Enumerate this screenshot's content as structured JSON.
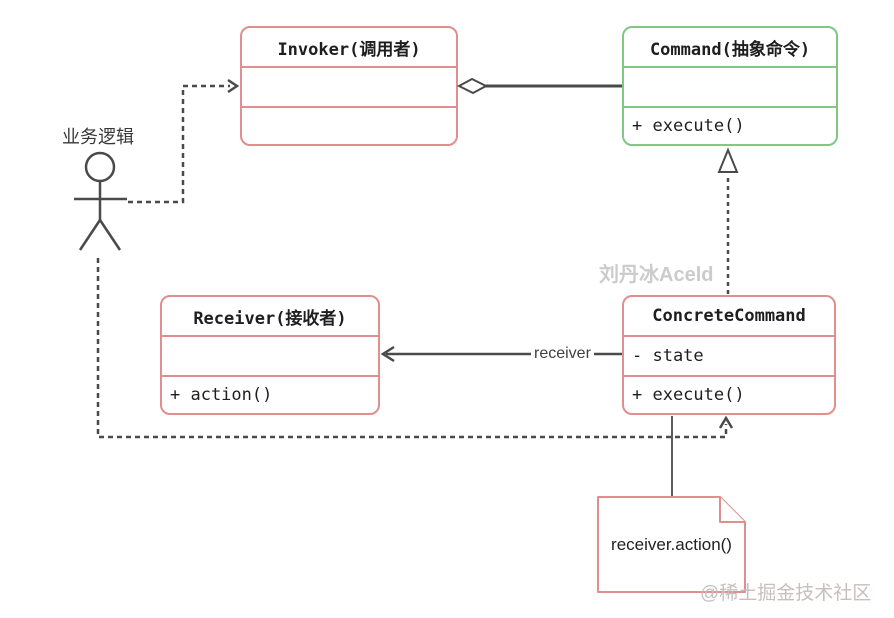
{
  "diagram": {
    "kind": "uml-class-diagram",
    "actor": {
      "label": "业务逻辑"
    },
    "classes": [
      {
        "name": "invoker",
        "title": "Invoker(调用者)",
        "attributes": [],
        "methods": [],
        "border_color": "#e08e8e"
      },
      {
        "name": "command",
        "title": "Command(抽象命令)",
        "attributes": [],
        "methods": [
          "+ execute()"
        ],
        "border_color": "#83c683"
      },
      {
        "name": "receiver",
        "title": "Receiver(接收者)",
        "attributes": [],
        "methods": [
          "+ action()"
        ],
        "border_color": "#e08e8e"
      },
      {
        "name": "concrete-command",
        "title": "ConcreteCommand",
        "attributes": [
          "- state"
        ],
        "methods": [
          "+ execute()"
        ],
        "border_color": "#e08e8e"
      }
    ],
    "relationships": [
      {
        "type": "aggregation",
        "from": "invoker",
        "to": "command",
        "label": ""
      },
      {
        "type": "realization",
        "from": "concrete-command",
        "to": "command",
        "label": ""
      },
      {
        "type": "association",
        "from": "concrete-command",
        "to": "receiver",
        "label": "receiver"
      },
      {
        "type": "dependency",
        "from": "actor",
        "to": "invoker",
        "label": ""
      },
      {
        "type": "dependency",
        "from": "actor",
        "to": "concrete-command",
        "label": ""
      }
    ],
    "note": {
      "text": "receiver.action()",
      "attached_to": "concrete-command"
    },
    "watermarks": {
      "author": "刘丹冰Aceld",
      "community": "@稀土掘金技术社区"
    },
    "colors": {
      "red_border": "#e08e8e",
      "green_border": "#83c683",
      "line": "#4a4a4a",
      "text": "#1e1e1e",
      "wm1": "#cbcbcb",
      "wm2": "#c7bebe",
      "bg": "#ffffff"
    }
  }
}
